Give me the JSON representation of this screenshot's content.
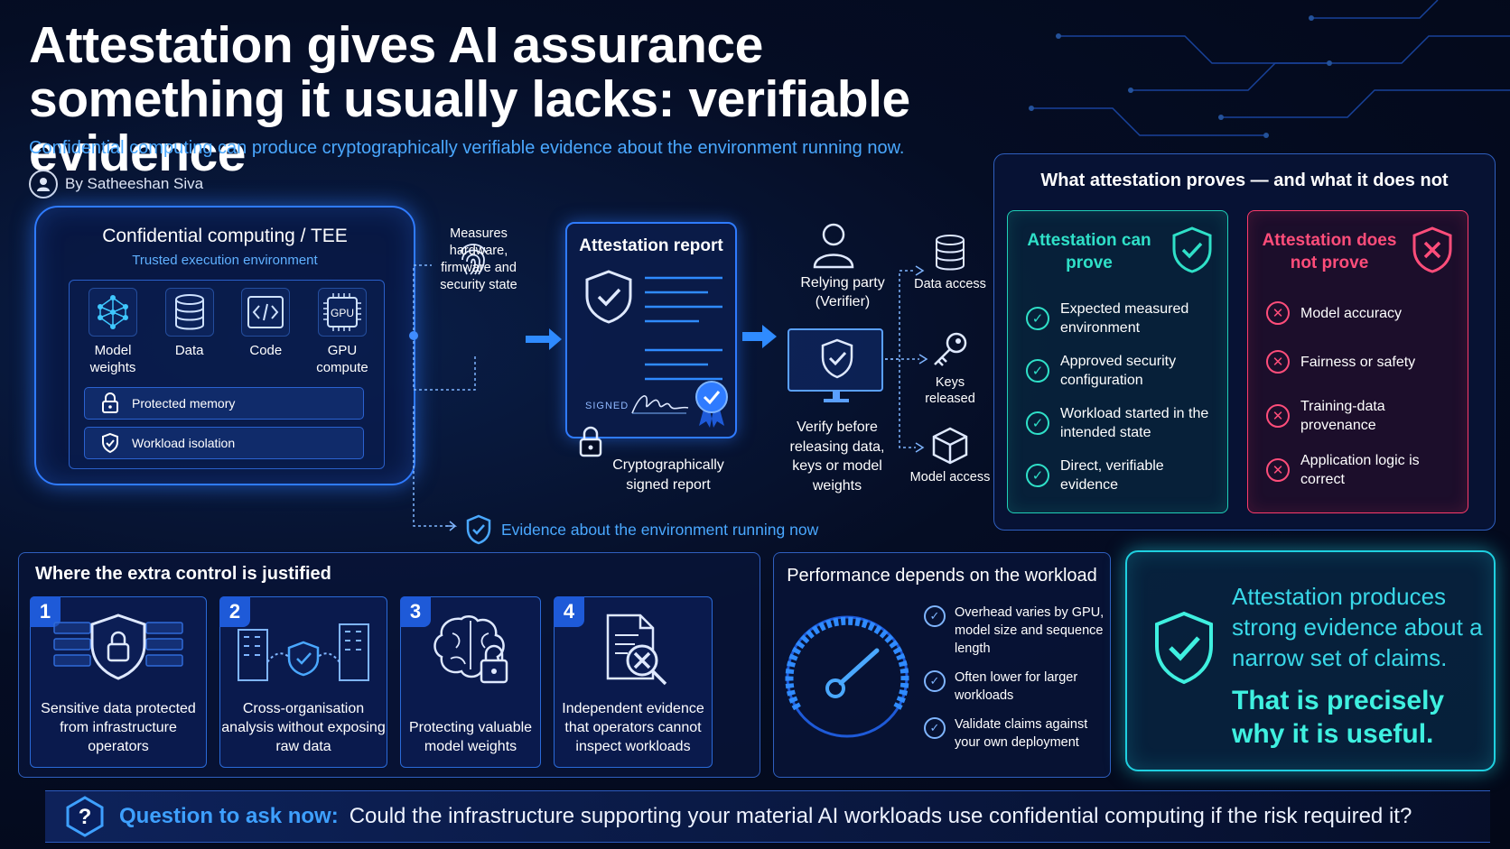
{
  "header": {
    "title": "Attestation gives AI assurance something it usually lacks: verifiable evidence",
    "subtitle": "Confidential computing can produce cryptographically verifiable evidence about the environment running now.",
    "byline": "By Satheeshan Siva"
  },
  "tee": {
    "title": "Confidential computing / TEE",
    "subtitle": "Trusted execution environment",
    "items": [
      {
        "label": "Model weights",
        "icon": "neural-network-icon"
      },
      {
        "label": "Data",
        "icon": "database-icon"
      },
      {
        "label": "Code",
        "icon": "code-icon"
      },
      {
        "label": "GPU compute",
        "icon": "gpu-chip-icon",
        "chip_text": "GPU"
      }
    ],
    "bars": [
      {
        "label": "Protected memory",
        "icon": "lock-icon"
      },
      {
        "label": "Workload isolation",
        "icon": "shield-check-icon"
      }
    ]
  },
  "flow": {
    "measures": "Measures hardware, firmware and security state",
    "report_title": "Attestation report",
    "signed_label": "SIGNED",
    "report_caption": "Cryptographically signed report",
    "relying_party": "Relying party (Verifier)",
    "verify_caption": "Verify before releasing data, keys or model weights",
    "outputs": [
      {
        "label": "Data access",
        "icon": "database-icon"
      },
      {
        "label": "Keys released",
        "icon": "key-icon"
      },
      {
        "label": "Model access",
        "icon": "cube-icon"
      }
    ],
    "evidence": "Evidence about the environment running now"
  },
  "proves": {
    "title": "What attestation proves — and what it does not",
    "can_title": "Attestation can prove",
    "can_items": [
      "Expected measured environment",
      "Approved security configuration",
      "Workload started in the intended state",
      "Direct, verifiable evidence"
    ],
    "not_title": "Attestation does not prove",
    "not_items": [
      "Model accuracy",
      "Fairness or safety",
      "Training-data provenance",
      "Application logic is correct"
    ]
  },
  "justified": {
    "title": "Where the extra control is justified",
    "cards": [
      {
        "num": "1",
        "text": "Sensitive data protected from infrastructure operators",
        "icon": "shield-lock-servers-icon"
      },
      {
        "num": "2",
        "text": "Cross-organisation analysis without exposing raw data",
        "icon": "buildings-shield-icon"
      },
      {
        "num": "3",
        "text": "Protecting valuable model weights",
        "icon": "brain-lock-icon"
      },
      {
        "num": "4",
        "text": "Independent evidence that operators cannot inspect workloads",
        "icon": "document-blocked-search-icon"
      }
    ]
  },
  "performance": {
    "title": "Performance depends on the workload",
    "items": [
      "Overhead varies by GPU, model size and sequence length",
      "Often lower for larger workloads",
      "Validate claims against your own deployment"
    ]
  },
  "conclusion": {
    "text": "Attestation produces strong evidence about a narrow set of claims.",
    "strong": "That is precisely why it is useful."
  },
  "question": {
    "icon_text": "?",
    "label": "Question to ask now:",
    "text": "Could the infrastructure supporting your material AI workloads use confidential computing if the risk required it?"
  },
  "colors": {
    "accent_blue": "#2f7bff",
    "teal": "#2fe0c8",
    "red": "#ff4d7a",
    "cyan": "#39d8e8"
  }
}
